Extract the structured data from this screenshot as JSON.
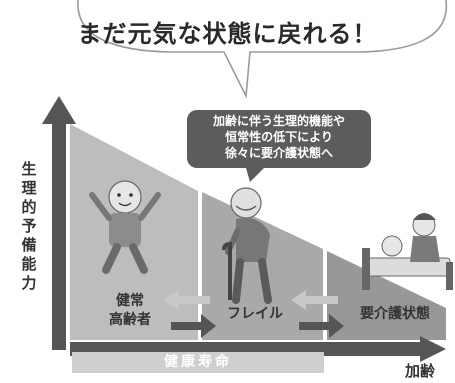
{
  "bubble": {
    "text": "まだ元気な状態に戻れる！"
  },
  "y_axis": {
    "label": "生理的予備能力"
  },
  "x_axis": {
    "label": "加齢"
  },
  "callout": {
    "lines": [
      "加齢に伴う生理的機能や",
      "恒常性の低下により",
      "徐々に要介護状態へ"
    ]
  },
  "stages": {
    "healthy": {
      "lines": [
        "健常",
        "高齢者"
      ]
    },
    "frail": {
      "label": "フレイル"
    },
    "care": {
      "label": "要介護状態"
    }
  },
  "healthy_life": {
    "label": "健康寿命"
  },
  "colors": {
    "dark": "#555555",
    "panel1": "#bdbdbd",
    "panel2": "#a9a9a9",
    "panel3": "#989898",
    "light_arrow": "#c8c8c8",
    "bar_light": "#cfcfcf"
  }
}
